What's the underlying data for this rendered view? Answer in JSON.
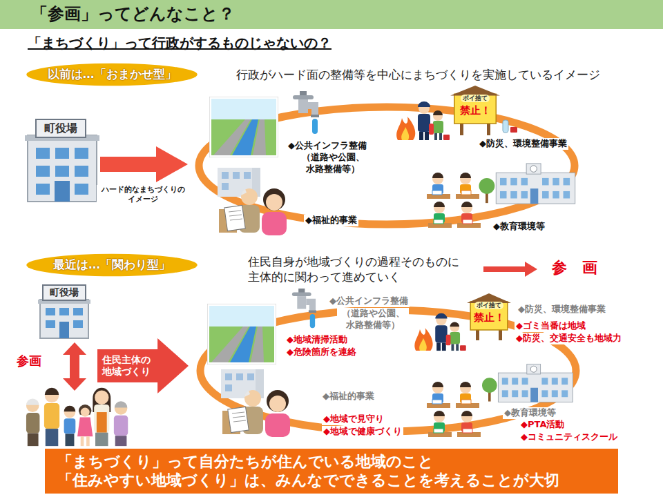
{
  "diagram": {
    "title": "「参画」ってどんなこと？",
    "nodes": [
      {
        "text": [
          "以前は…「おまかせ型」"
        ]
      },
      {
        "text": [
          "町役場"
        ]
      },
      {
        "text": [
          "ポイ捨て",
          "禁止！"
        ]
      },
      {
        "text": [
          "最近は…「関わり型」"
        ]
      },
      {
        "text": [
          "町役場"
        ]
      },
      {
        "text": [
          "住民主体の 地域づくり"
        ]
      },
      {
        "text": [
          "ポイ捨て",
          "禁止！"
        ]
      },
      {
        "text": [
          "「まちづくり」って自分たちが住んでいる地域のこと",
          "「住みやすい地域づくり」は、みんなでできることを考えることが大切"
        ]
      }
    ],
    "labels": [
      "「まちづくり」って行政がするものじゃないの？",
      "行政がハード面の整備等を中心にまちづくりを実施しているイメージ",
      "ハード的なまちづくりの イメージ",
      "◆公共インフラ整備",
      "（道路や公園、 水路整備等）",
      "◆防災、環境整備事業",
      "◆福祉的事業",
      "◆教育環境等",
      "住民自身が地域づくりの過程そのものに 主体的に関わって進めていく",
      "参　画",
      "参画",
      "◆公共インフラ整備",
      "（道路や公園、 水路整備等）",
      "◆防災、環境整備事業",
      "◆地域清掃活動",
      "◆危険箇所を連絡",
      "◆ゴミ当番は地域",
      "◆防災、交通安全も地域力",
      "◆福祉的事業",
      "◆地域で見守り",
      "◆地域で健康づくり",
      "◆教育環境等",
      "◆PTA活動",
      "◆コミュニティスクール"
    ]
  }
}
